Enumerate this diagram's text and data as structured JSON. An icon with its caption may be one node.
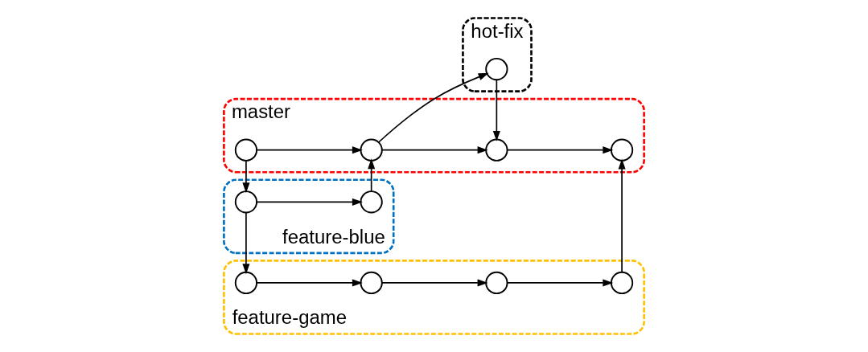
{
  "diagram": {
    "nodes": [
      {
        "text": [
          "hot-fix"
        ]
      },
      {
        "text": [],
        "shape": "circle",
        "in": 0
      },
      {
        "text": [
          "master"
        ]
      },
      {
        "text": [],
        "shape": "circle",
        "in": 2
      },
      {
        "text": [],
        "shape": "circle",
        "in": 2
      },
      {
        "text": [],
        "shape": "circle",
        "in": 2
      },
      {
        "text": [],
        "shape": "circle",
        "in": 2
      },
      {
        "text": [
          "feature-blue"
        ]
      },
      {
        "text": [],
        "shape": "circle",
        "in": 7
      },
      {
        "text": [],
        "shape": "circle",
        "in": 7
      },
      {
        "text": [
          "feature-game"
        ]
      },
      {
        "text": [],
        "shape": "circle",
        "in": 10
      },
      {
        "text": [],
        "shape": "circle",
        "in": 10
      },
      {
        "text": [],
        "shape": "circle",
        "in": 10
      },
      {
        "text": [],
        "shape": "circle",
        "in": 10
      }
    ],
    "edges": [
      {
        "from": 3,
        "to": 4,
        "arrow": "to"
      },
      {
        "from": 4,
        "to": 5,
        "arrow": "to"
      },
      {
        "from": 5,
        "to": 6,
        "arrow": "to"
      },
      {
        "from": 3,
        "to": 8,
        "arrow": "to"
      },
      {
        "from": 8,
        "to": 11,
        "arrow": "to"
      },
      {
        "from": 8,
        "to": 9,
        "arrow": "to"
      },
      {
        "from": 9,
        "to": 4,
        "arrow": "to"
      },
      {
        "from": 4,
        "to": 1,
        "arrow": "to"
      },
      {
        "from": 1,
        "to": 5,
        "arrow": "to"
      },
      {
        "from": 11,
        "to": 12,
        "arrow": "to"
      },
      {
        "from": 12,
        "to": 13,
        "arrow": "to"
      },
      {
        "from": 13,
        "to": 14,
        "arrow": "to"
      },
      {
        "from": 14,
        "to": 6,
        "arrow": "to"
      }
    ]
  }
}
